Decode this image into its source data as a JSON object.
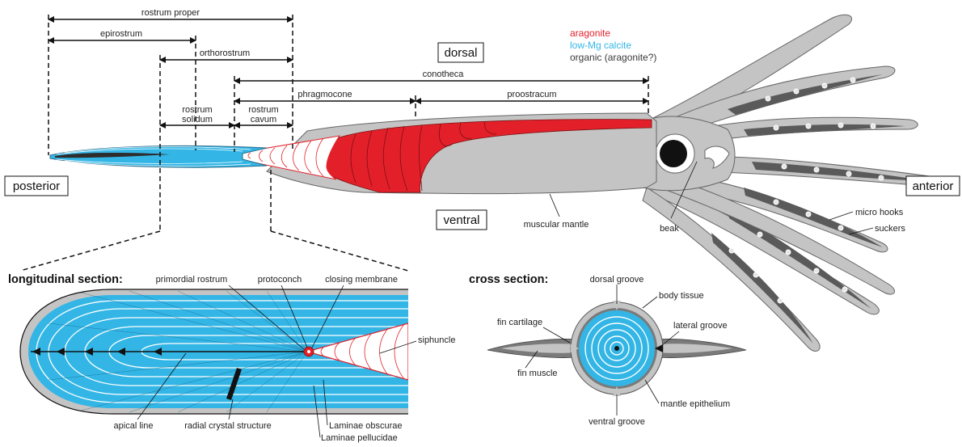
{
  "colors": {
    "aragonite": "#e3202a",
    "calcite": "#33b6e6",
    "organic": "#3a3a3a",
    "body": "#c4c4c4",
    "body_dark": "#7a7a7a"
  },
  "legend": {
    "aragonite": "aragonite",
    "calcite": "low-Mg calcite",
    "organic": "organic (aragonite?)"
  },
  "orientation": {
    "dorsal": "dorsal",
    "ventral": "ventral",
    "posterior": "posterior",
    "anterior": "anterior"
  },
  "dimensions": {
    "rostrum_proper": "rostrum proper",
    "epirostrum": "epirostrum",
    "orthorostrum": "orthorostrum",
    "conotheca": "conotheca",
    "phragmocone": "phragmocone",
    "proostracum": "proostracum",
    "rostrum_solidum": [
      "rostrum",
      "solidum"
    ],
    "rostrum_cavum": [
      "rostrum",
      "cavum"
    ]
  },
  "body_labels": {
    "muscular_mantle": "muscular mantle",
    "beak": "beak",
    "micro_hooks": "micro hooks",
    "suckers": "suckers"
  },
  "longitudinal": {
    "title": "longitudinal section:",
    "primordial_rostrum": "primordial rostrum",
    "protoconch": "protoconch",
    "closing_membrane": "closing membrane",
    "siphuncle": "siphuncle",
    "apical_line": "apical line",
    "radial_crystal_structure": "radial crystal structure",
    "laminae_obscurae": "Laminae obscurae",
    "laminae_pellucidae": "Laminae pellucidae"
  },
  "cross": {
    "title": "cross section:",
    "dorsal_groove": "dorsal groove",
    "body_tissue": "body tissue",
    "lateral_groove": "lateral groove",
    "fin_cartilage": "fin cartilage",
    "fin_muscle": "fin muscle",
    "mantle_epithelium": "mantle epithelium",
    "ventral_groove": "ventral groove"
  }
}
